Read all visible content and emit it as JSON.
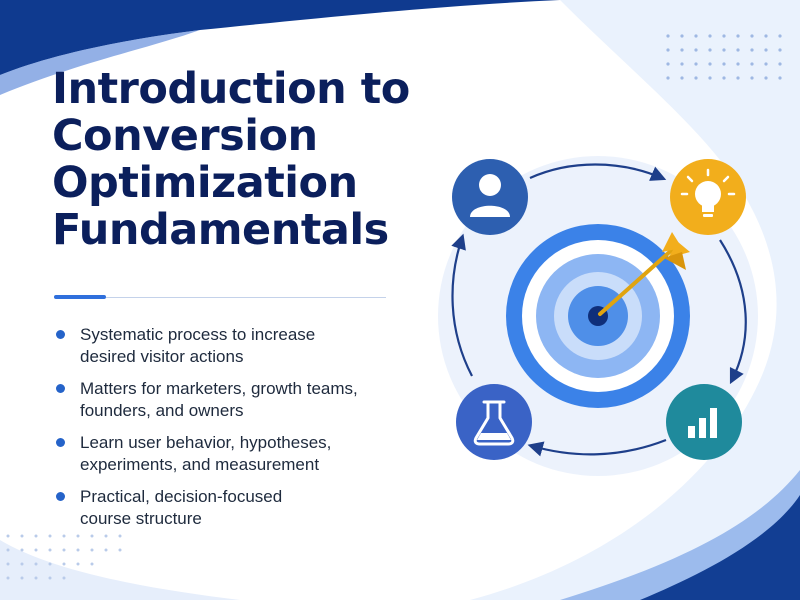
{
  "title_lines": [
    "Introduction to",
    "Conversion",
    "Optimization",
    "Fundamentals"
  ],
  "bullets": [
    {
      "line1": "Systematic process to increase",
      "line2": "desired visitor actions"
    },
    {
      "line1": "Matters for marketers, growth teams,",
      "line2": "founders, and owners"
    },
    {
      "line1": "Learn user behavior, hypotheses,",
      "line2": "experiments, and measurement"
    },
    {
      "line1": "Practical, decision-focused",
      "line2": "course structure"
    }
  ],
  "cycle_icons": [
    "user-icon",
    "lightbulb-icon",
    "bar-chart-icon",
    "flask-icon"
  ],
  "colors": {
    "navy": "#0b1f5c",
    "accent_blue": "#2563c9",
    "user_circle": "#2d5fb0",
    "idea_circle": "#f2ae1c",
    "chart_circle": "#1f8a9c",
    "flask_circle": "#3a63c6",
    "target_blue": "#3b82e8"
  }
}
